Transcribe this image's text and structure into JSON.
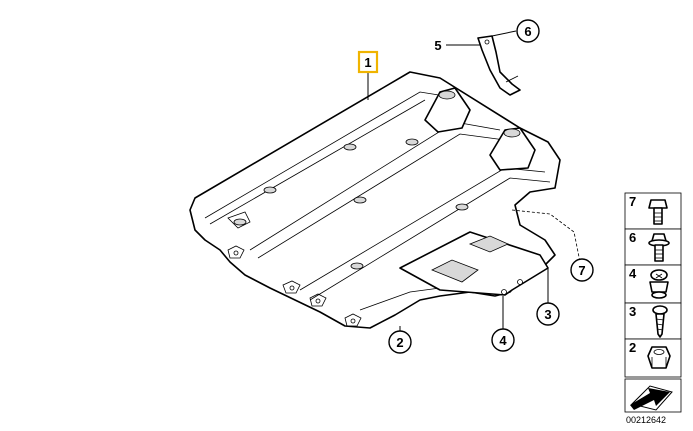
{
  "diagram": {
    "callouts": {
      "c1": "1",
      "c2": "2",
      "c3": "3",
      "c4": "4",
      "c5": "5",
      "c6": "6",
      "c7": "7"
    },
    "legend": {
      "items": [
        "7",
        "6",
        "4",
        "3",
        "2"
      ]
    },
    "diagram_id": "00212642",
    "colors": {
      "highlight": "#f0b400",
      "line": "#000000"
    }
  }
}
